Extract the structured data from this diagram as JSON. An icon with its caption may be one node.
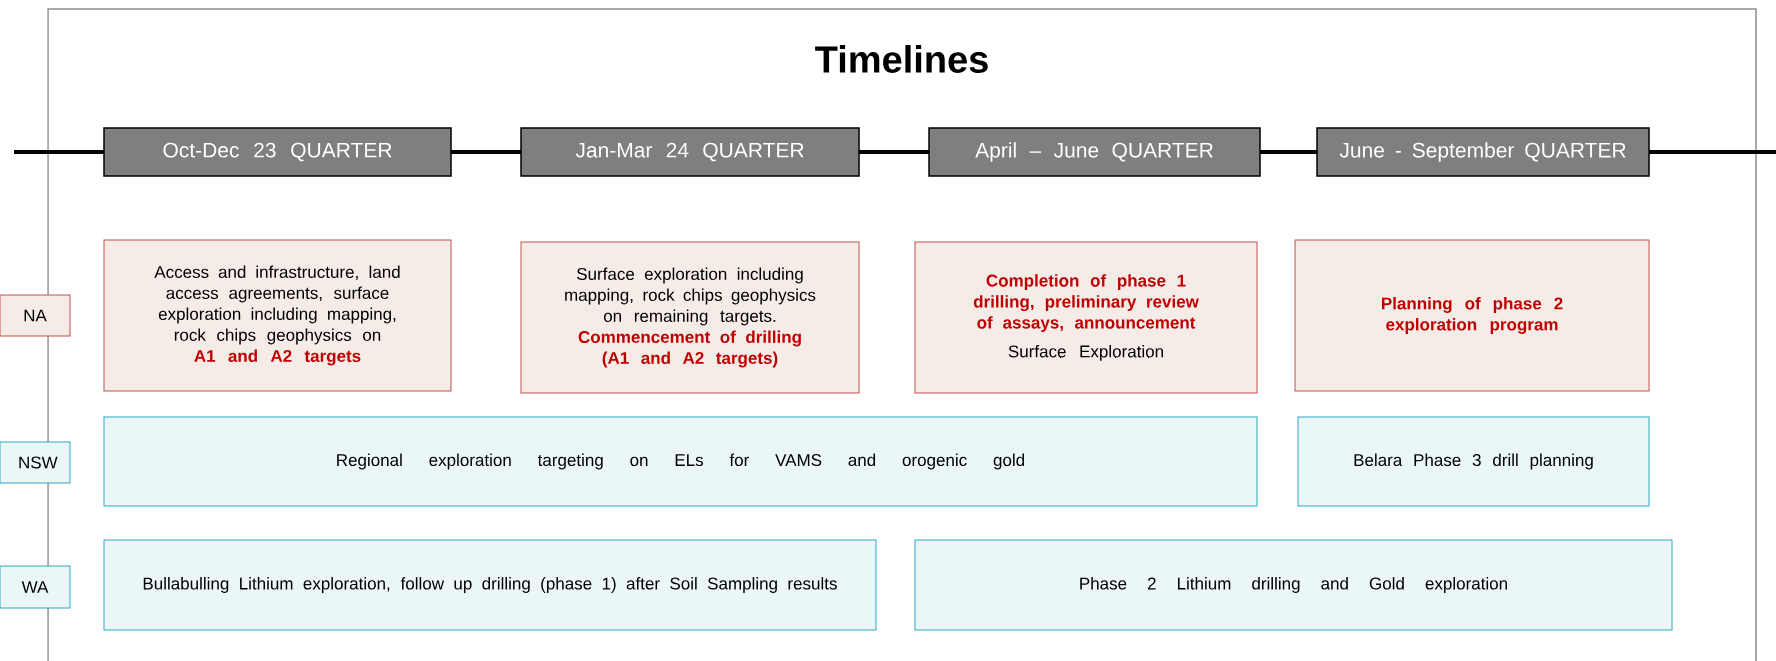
{
  "diagram": {
    "title": "Timelines",
    "nodes": [
      {
        "text": [
          "Oct-Dec 23 QUARTER"
        ]
      },
      {
        "text": [
          "Jan-Mar 24  QUARTER"
        ]
      },
      {
        "text": [
          "April – June QUARTER"
        ]
      },
      {
        "text": [
          "June - September QUARTER"
        ]
      },
      {
        "text": [
          "NA"
        ]
      },
      {
        "text": [
          "Access and infrastructure, land access agreements,  surface exploration including mapping, rock chips  geophysics on",
          "A1 and A2 targets"
        ]
      },
      {
        "text": [
          "Surface exploration including mapping, rock chips  geophysics on remaining targets.",
          "Commencement of drilling (A1 and A2 targets)"
        ]
      },
      {
        "text": [
          "Completion of phase 1 drilling, preliminary review of assays, announcement",
          "Surface Exploration"
        ]
      },
      {
        "text": [
          "Planning of phase 2 exploration program"
        ]
      },
      {
        "text": [
          "NSW"
        ]
      },
      {
        "text": [
          "Regional exploration targeting on ELs for VAMS and orogenic gold"
        ]
      },
      {
        "text": [
          "Belara Phase 3 drill planning"
        ]
      },
      {
        "text": [
          "WA"
        ]
      },
      {
        "text": [
          "Bullabulling Lithium exploration, follow up drilling (phase 1) after Soil Sampling results"
        ]
      },
      {
        "text": [
          "Phase 2 Lithium drilling and Gold exploration"
        ]
      }
    ]
  }
}
